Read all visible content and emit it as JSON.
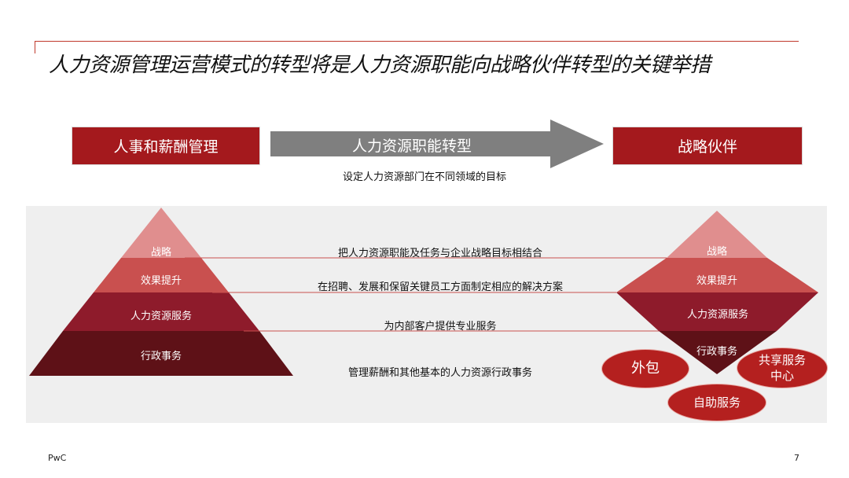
{
  "title": "人力资源管理运营模式的转型将是人力资源职能向战略伙伴转型的关键举措",
  "header": {
    "left_box": "人事和薪酬管理",
    "arrow_label": "人力资源职能转型",
    "right_box": "战略伙伴",
    "subtitle": "设定人力资源部门在不同领域的目标"
  },
  "pyramid_levels": [
    "战略",
    "效果提升",
    "人力资源服务",
    "行政事务"
  ],
  "inverted_levels": [
    "战略",
    "效果提升",
    "人力资源服务",
    "行政事务"
  ],
  "descriptions": [
    "把人力资源职能及任务与企业战略目标相结合",
    "在招聘、发展和保留关键员工方面制定相应的解决方案",
    "为内部客户提供专业服务",
    "管理薪酬和其他基本的人力资源行政事务"
  ],
  "ovals": {
    "outsource": "外包",
    "shared_line1": "共享服务",
    "shared_line2": "中心",
    "self_service": "自助服务"
  },
  "colors": {
    "level1": "#e08e8e",
    "level2": "#c9504f",
    "level3": "#8e1b2b",
    "level4": "#5e1117",
    "accent_red": "#a4191d",
    "arrow_gray": "#7f7f7f"
  },
  "footer": {
    "brand": "PwC",
    "page": "7"
  }
}
